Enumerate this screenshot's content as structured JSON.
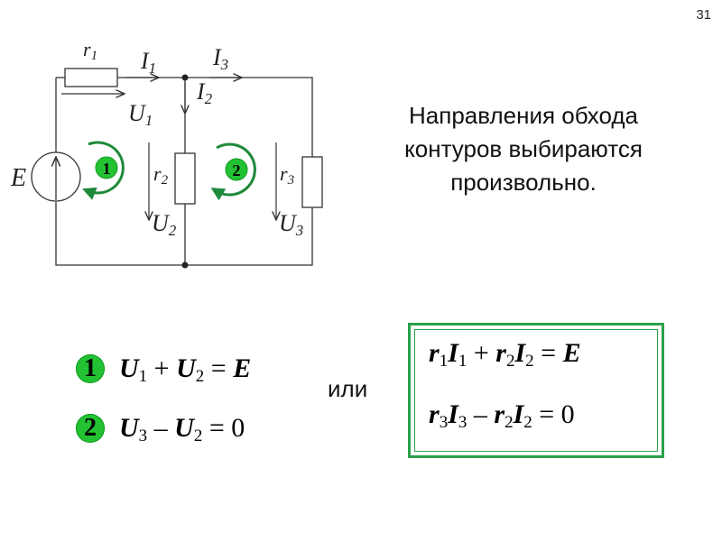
{
  "slide_number": "31",
  "circuit": {
    "labels": {
      "r1": "r",
      "r1_sub": "1",
      "I1": "I",
      "I1_sub": "1",
      "I3": "I",
      "I3_sub": "3",
      "I2": "I",
      "I2_sub": "2",
      "U1": "U",
      "U1_sub": "1",
      "E": "E",
      "r2": "r",
      "r2_sub": "2",
      "U2": "U",
      "U2_sub": "2",
      "r3": "r",
      "r3_sub": "3",
      "U3": "U",
      "U3_sub": "3",
      "loop1": "1",
      "loop2": "2"
    },
    "colors": {
      "wire": "#333333",
      "loop": "#1f8a3a",
      "badge": "#22c232"
    }
  },
  "caption": {
    "line1": "Направления обхода",
    "line2": "контуров выбираются",
    "line3": "произвольно."
  },
  "equations": {
    "eq1": {
      "badge": "1",
      "U": "U",
      "s1": "1",
      "plus": " + ",
      "U2": "U",
      "s2": "2",
      "eqsign": " = ",
      "rhs": "E"
    },
    "eq2": {
      "badge": "2",
      "U": "U",
      "s1": "3",
      "minus": " – ",
      "U2": "U",
      "s2": "2",
      "eqsign": " = ",
      "rhs": "0"
    },
    "or_label": "или",
    "box": {
      "line1": {
        "r1": "r",
        "s1": "1",
        "I1": "I",
        "t1": "1",
        "plus": " + ",
        "r2": "r",
        "s2": "2",
        "I2": "I",
        "t2": "2",
        "eqsign": " = ",
        "rhs": "E"
      },
      "line2": {
        "r1": "r",
        "s1": "3",
        "I1": "I",
        "t1": "3",
        "minus": " – ",
        "r2": "r",
        "s2": "2",
        "I2": "I",
        "t2": "2",
        "eqsign": " = ",
        "rhs": "0"
      }
    }
  }
}
